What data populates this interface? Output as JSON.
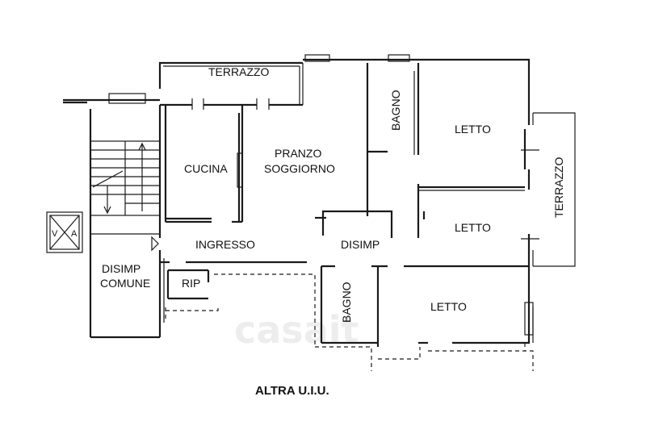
{
  "rooms": {
    "terrazzo_top": "TERRAZZO",
    "terrazzo_right": "TERRAZZO",
    "bagno_top": "BAGNO",
    "bagno_bottom": "BAGNO",
    "letto_1": "LETTO",
    "letto_2": "LETTO",
    "letto_3": "LETTO",
    "cucina": "CUCINA",
    "pranzo": "PRANZO",
    "soggiorno": "SOGGIORNO",
    "ingresso": "INGRESSO",
    "disimp": "DISIMP",
    "disimp_comune_1": "DISIMP",
    "disimp_comune_2": "COMUNE",
    "rip": "RIP"
  },
  "lift": {
    "left": "V",
    "right": "A"
  },
  "footer": {
    "caption": "ALTRA U.I.U."
  },
  "watermark": "casait"
}
